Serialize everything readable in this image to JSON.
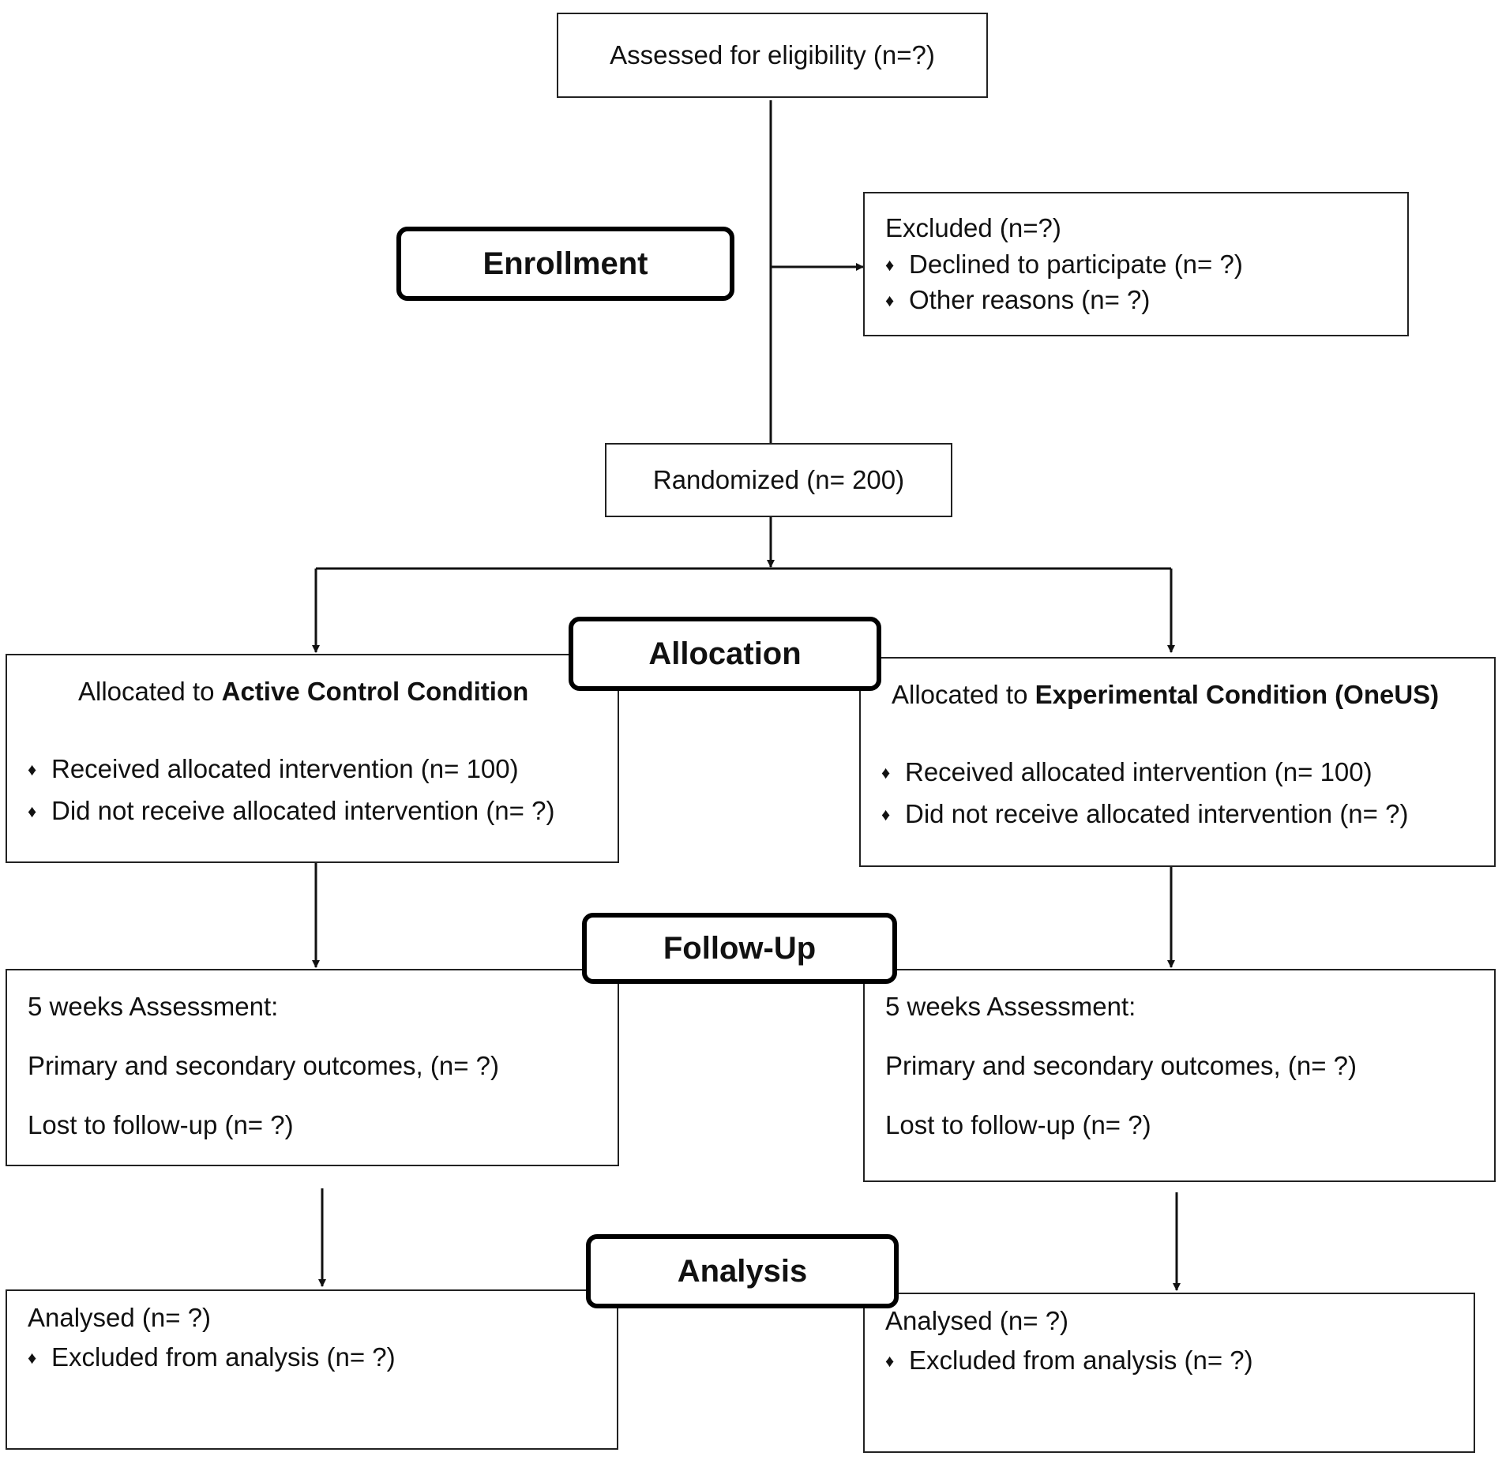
{
  "enrollment": {
    "stage_label": "Enrollment",
    "assessed": "Assessed for eligibility (n=?)",
    "excluded": {
      "title": "Excluded (n=?)",
      "bullet_glyph": "♦",
      "items": [
        "Declined to participate (n= ?)",
        "Other reasons (n= ?)"
      ]
    },
    "randomized": "Randomized (n= 200)"
  },
  "allocation": {
    "stage_label": "Allocation",
    "left": {
      "prefix": "Allocated to ",
      "condition": "Active Control Condition",
      "items": [
        "Received allocated intervention (n= 100)",
        "Did not receive allocated intervention (n= ?)"
      ]
    },
    "right": {
      "prefix": "Allocated to ",
      "condition": "Experimental Condition (OneUS)",
      "items": [
        "Received allocated intervention (n= 100)",
        "Did not receive allocated intervention (n= ?)"
      ]
    }
  },
  "followup": {
    "stage_label": "Follow-Up",
    "left": {
      "heading": "5 weeks Assessment:",
      "outcomes": "Primary and secondary outcomes, (n= ?)",
      "lost": "Lost to follow-up (n= ?)"
    },
    "right": {
      "heading": "5 weeks Assessment:",
      "outcomes": "Primary and secondary outcomes, (n= ?)",
      "lost": "Lost to follow-up (n= ?)"
    }
  },
  "analysis": {
    "stage_label": "Analysis",
    "left": {
      "analysed": "Analysed (n= ?)",
      "excluded": "Excluded from analysis (n= ?)"
    },
    "right": {
      "analysed": "Analysed (n= ?)",
      "excluded": "Excluded from analysis (n= ?)"
    }
  }
}
